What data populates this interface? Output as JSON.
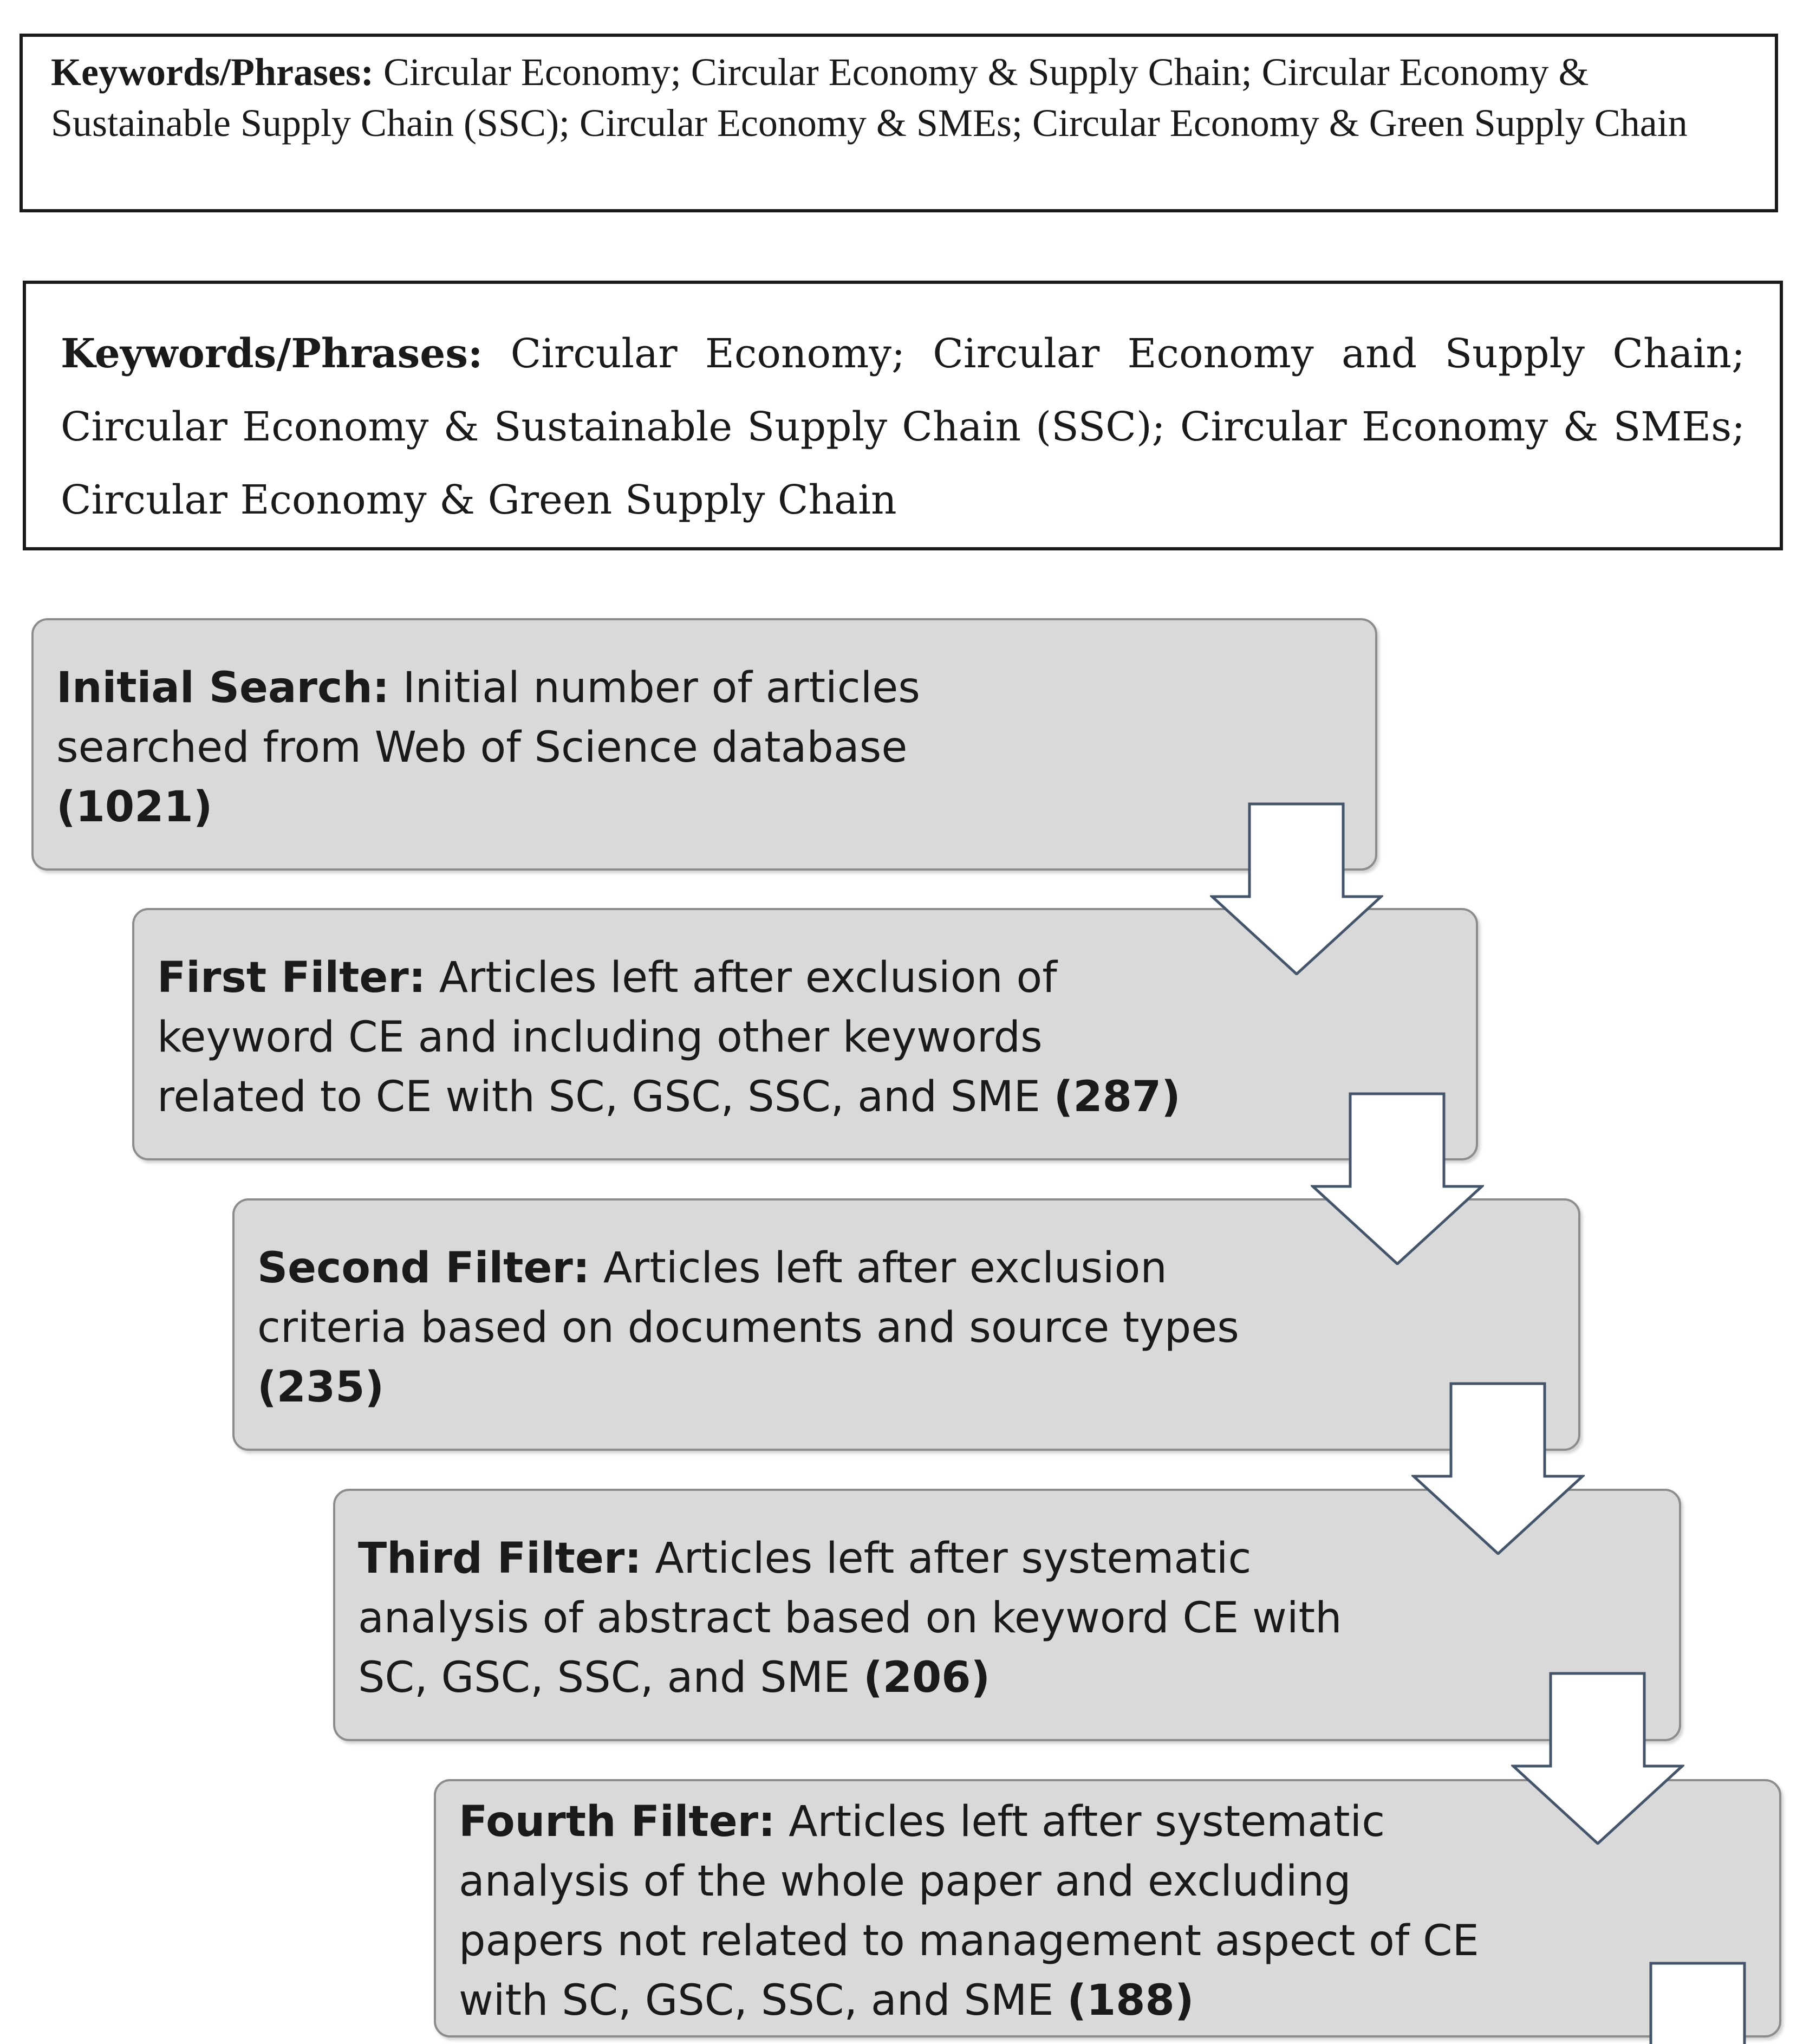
{
  "keywords_box_1": {
    "label": "Keywords/Phrases:",
    "text": " Circular Economy; Circular Economy & Supply Chain; Circular Economy & Sustainable Supply Chain (SSC); Circular Economy & SMEs; Circular Economy & Green Supply Chain"
  },
  "keywords_box_2": {
    "label": "Keywords/Phrases:",
    "text": " Circular Economy; Circular Economy and Supply Chain; Circular Economy & Sustainable Supply Chain (SSC); Circular Economy & SMEs; Circular Economy & Green Supply Chain"
  },
  "flow": {
    "initial": {
      "label": "Initial Search:",
      "text": " Initial  number of articles searched from Web of Science database ",
      "count": "(1021)"
    },
    "first": {
      "label": "First Filter:",
      "text": " Articles left after exclusion of keyword CE and including other keywords related to CE with SC, GSC, SSC, and SME ",
      "count": "(287)"
    },
    "second": {
      "label": "Second Filter:",
      "text": " Articles left after exclusion criteria based on documents and source types ",
      "count": "(235)"
    },
    "third": {
      "label": "Third Filter:",
      "text": " Articles left after systematic analysis  of abstract based on keyword CE with SC, GSC, SSC, and SME ",
      "count": "(206)"
    },
    "fourth": {
      "label": "Fourth Filter:",
      "text": " Articles left after systematic analysis of the whole paper and excluding papers not related to management aspect of CE with SC, GSC, SSC, and SME ",
      "count": "(188)"
    }
  },
  "colors": {
    "box_fill": "#d9d9d9",
    "box_border": "#8c8c8c",
    "arrow_fill": "#ffffff",
    "arrow_stroke": "#44546a"
  },
  "icons": {
    "arrow": "down-arrow-icon"
  }
}
